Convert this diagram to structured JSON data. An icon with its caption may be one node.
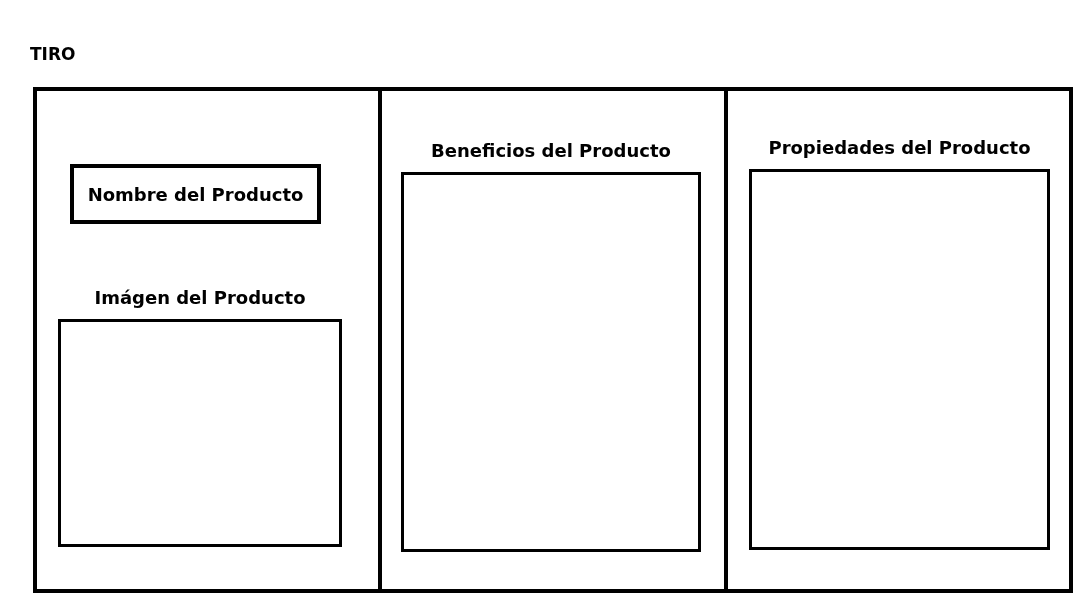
{
  "diagram": {
    "title": "TIRO",
    "nodes": [
      {
        "text": [],
        "shape": "box"
      },
      {
        "text": [
          "Nombre del Producto"
        ],
        "in": 0
      },
      {
        "text": [
          "Imágen del Producto"
        ],
        "in": 0
      },
      {
        "text": [],
        "shape": "box"
      },
      {
        "text": [
          "Beneficios del Producto"
        ],
        "in": 3
      },
      {
        "text": [],
        "shape": "box"
      },
      {
        "text": [
          "Propiedades del Producto"
        ],
        "in": 5
      }
    ],
    "edges": []
  }
}
